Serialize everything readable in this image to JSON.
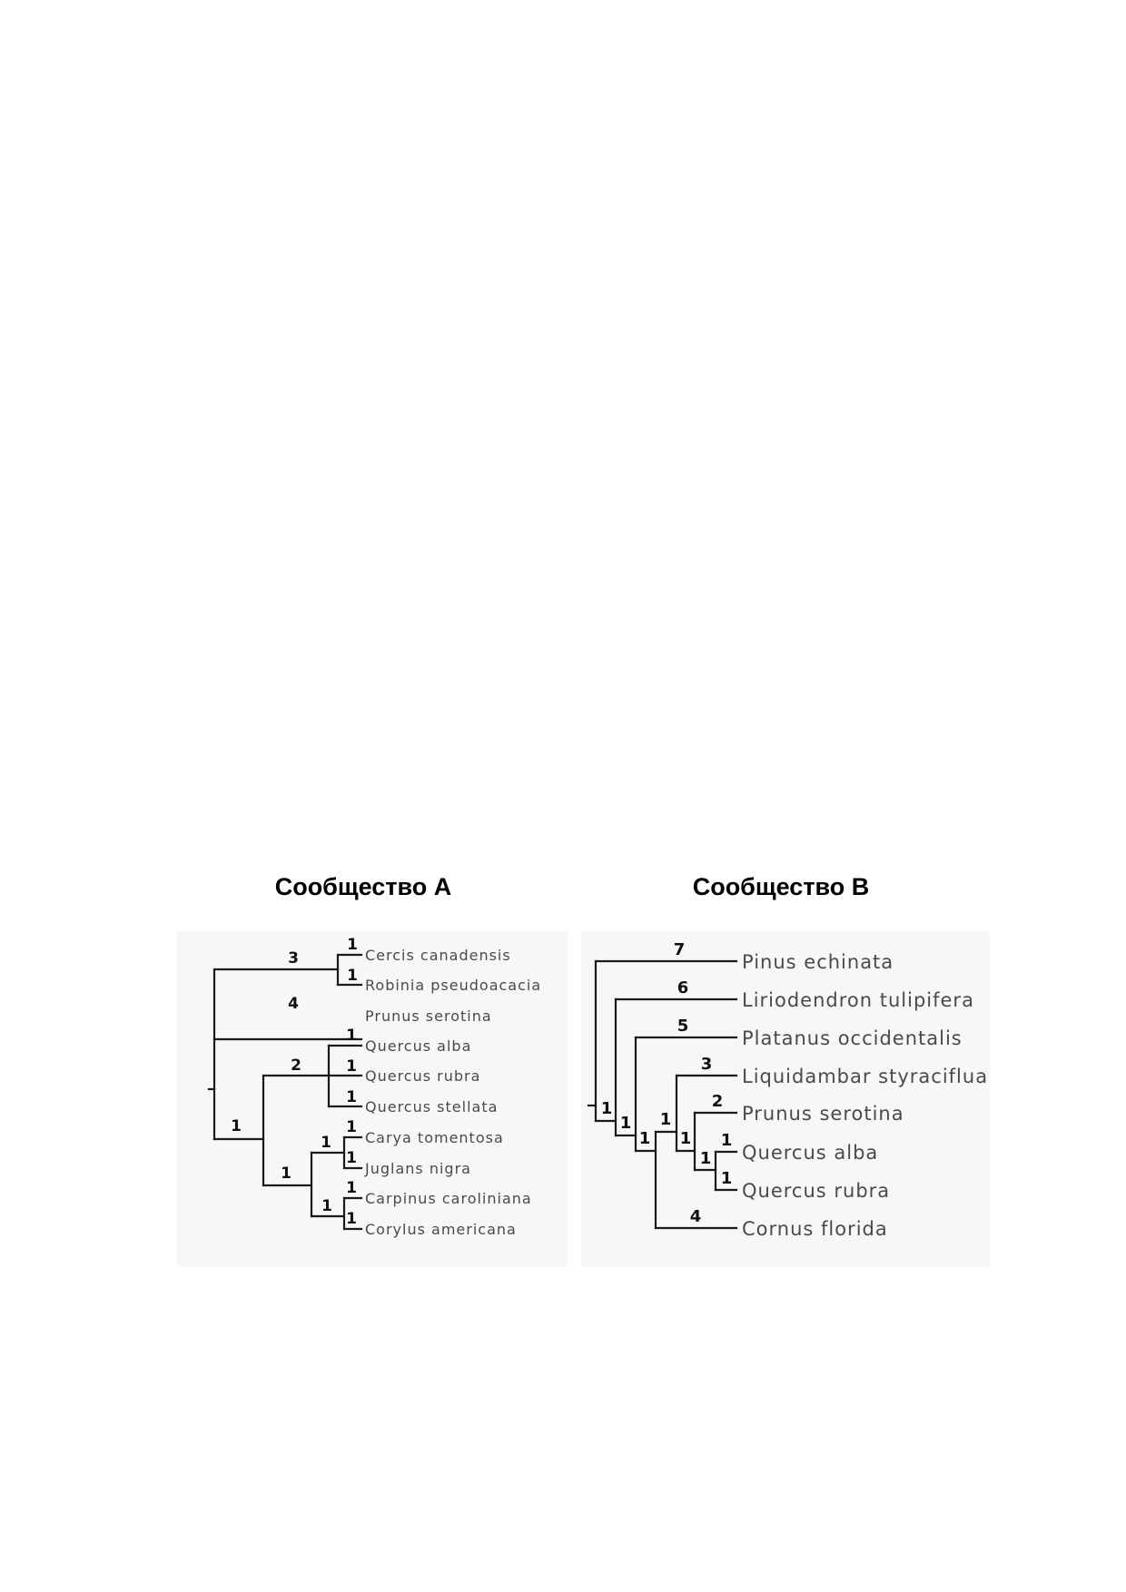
{
  "community_a": {
    "title": "Сообщество A",
    "taxa": [
      "Cercis canadensis",
      "Robinia pseudoacacia",
      "Prunus serotina",
      "Quercus alba",
      "Quercus rubra",
      "Quercus stellata",
      "Carya tomentosa",
      "Juglans nigra",
      "Carpinus caroliniana",
      "Corylus americana"
    ],
    "branch_lengths": {
      "cercis": "1",
      "robinia": "1",
      "cercis_robinia_clade": "3",
      "prunus": "4",
      "quercus_alba": "1",
      "quercus_rubra": "1",
      "quercus_stellata": "1",
      "quercus_clade": "2",
      "carya": "1",
      "juglans": "1",
      "carya_juglans_clade": "1",
      "carpinus": "1",
      "corylus": "1",
      "carpinus_corylus_clade": "1",
      "juglandaceae_betulaceae_clade": "1",
      "quercus_plus_clade": "1"
    }
  },
  "community_b": {
    "title": "Сообщество B",
    "taxa": [
      "Pinus echinata",
      "Liriodendron tulipifera",
      "Platanus occidentalis",
      "Liquidambar styraciflua",
      "Prunus serotina",
      "Quercus alba",
      "Quercus rubra",
      "Cornus florida"
    ],
    "branch_lengths": {
      "pinus": "7",
      "liriodendron": "6",
      "platanus": "5",
      "liquidambar": "3",
      "prunus": "2",
      "quercus_alba": "1",
      "quercus_rubra": "1",
      "cornus": "4",
      "quercus_clade": "1",
      "prunus_quercus_clade": "1",
      "liquidambar_clade": "1",
      "cornus_clade": "1",
      "platanus_clade": "1",
      "liriodendron_clade": "1"
    }
  }
}
